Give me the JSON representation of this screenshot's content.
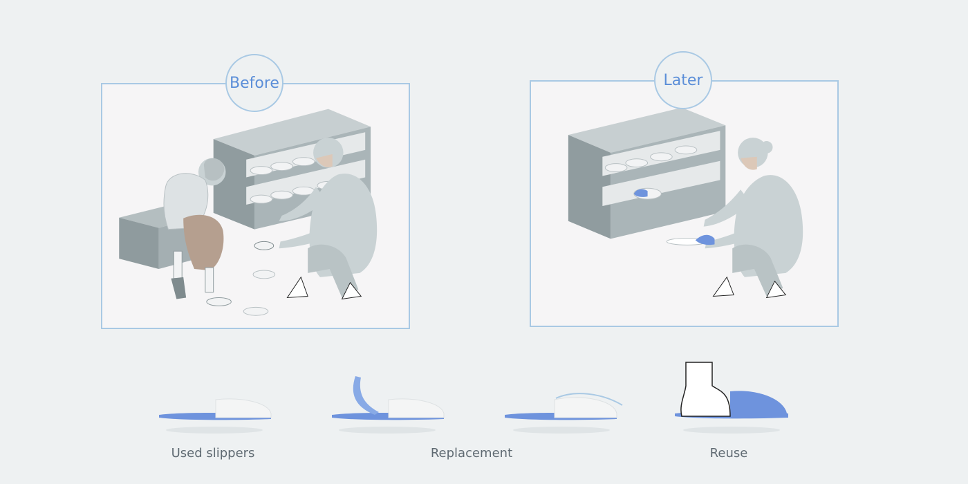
{
  "panels": {
    "before": {
      "label": "Before"
    },
    "later": {
      "label": "Later"
    }
  },
  "steps": [
    {
      "label": "Used slippers"
    },
    {
      "label": "Replacement"
    },
    {
      "label": "Reuse"
    }
  ],
  "colors": {
    "background": "#eef1f2",
    "frame": "#a9c9e4",
    "accent": "#5b8ed8",
    "sole": "#6e93dd",
    "shelf": "#97a3a6",
    "figure": "#c9d2d4",
    "skirt": "#b59f8f",
    "caption": "#5f6a72"
  },
  "icons": [
    "shoe-cabinet",
    "slipper",
    "person-kneeling",
    "person-seated",
    "foot"
  ]
}
